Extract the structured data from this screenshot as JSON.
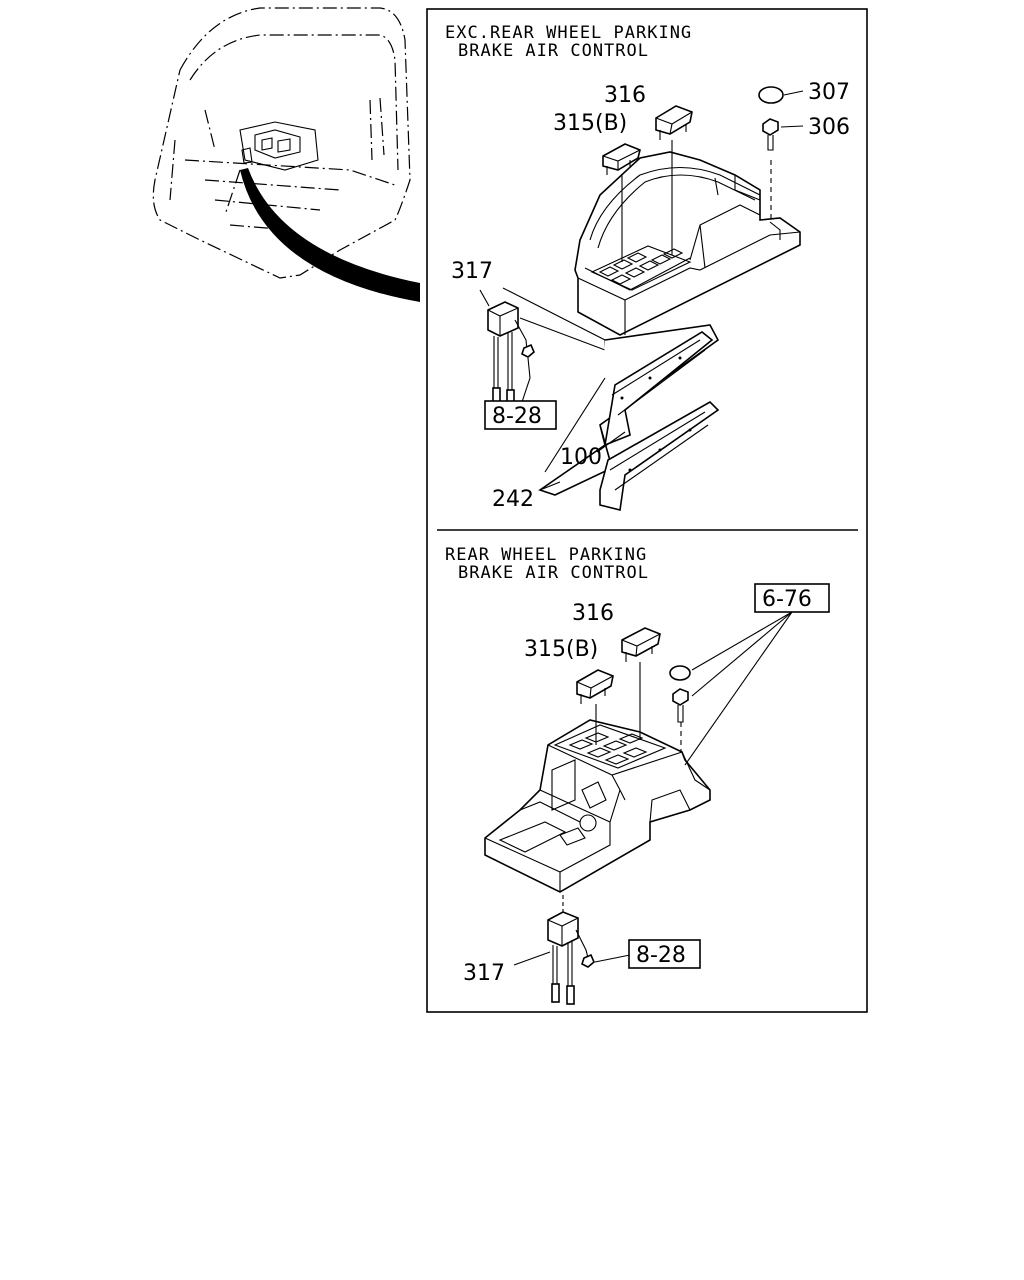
{
  "upper_panel": {
    "header_line1": "EXC.REAR WHEEL PARKING",
    "header_line2": "BRAKE AIR CONTROL",
    "labels": {
      "p316": "316",
      "p315b": "315(B)",
      "p307": "307",
      "p306": "306",
      "p317": "317",
      "ref828": "8-28",
      "p100": "100",
      "p242": "242"
    }
  },
  "lower_panel": {
    "header_line1": "REAR WHEEL PARKING",
    "header_line2": "BRAKE AIR CONTROL",
    "labels": {
      "p316": "316",
      "p315b": "315(B)",
      "ref676": "6-76",
      "p317": "317",
      "ref828": "8-28"
    }
  }
}
